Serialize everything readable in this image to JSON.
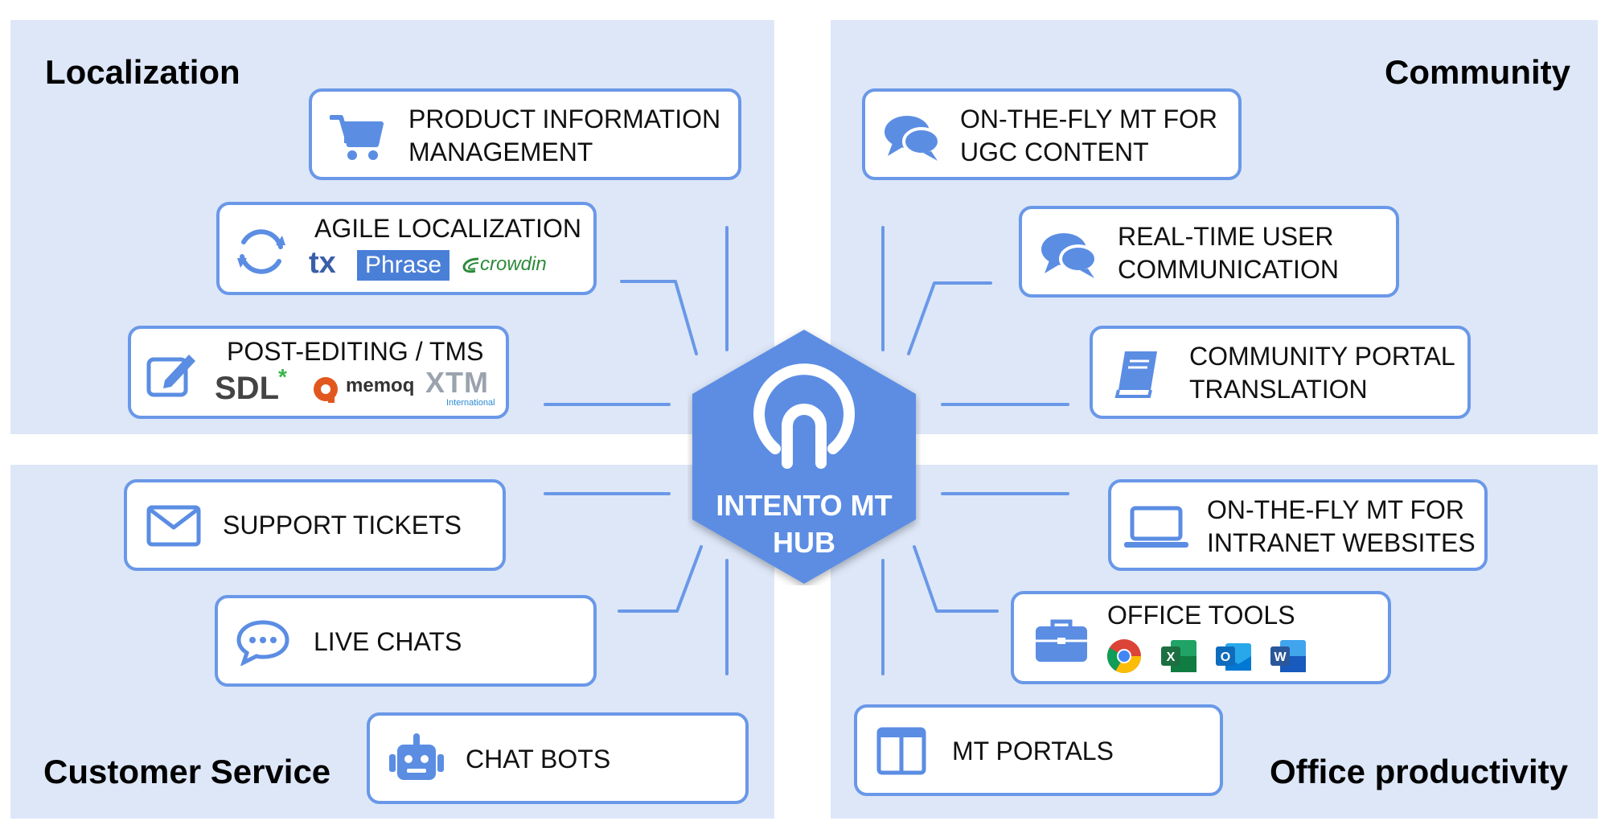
{
  "sections": {
    "localization": "Localization",
    "community": "Community",
    "customer_service": "Customer Service",
    "office_productivity": "Office productivity"
  },
  "hub": {
    "line1": "INTENTO MT",
    "line2": "HUB"
  },
  "cards": {
    "pim": {
      "line1": "PRODUCT INFORMATION",
      "line2": "MANAGEMENT",
      "icon": "shopping-cart-icon"
    },
    "agile": {
      "line1": "AGILE LOCALIZATION",
      "icon": "sync-icon",
      "logos": [
        "tx",
        "Phrase",
        "crowdin"
      ]
    },
    "post_editing": {
      "line1": "POST-EDITING / TMS",
      "icon": "edit-icon",
      "logos": [
        "SDL",
        "memoq",
        "XTM",
        "International"
      ]
    },
    "ugc": {
      "line1": "ON-THE-FLY MT FOR",
      "line2": "UGC CONTENT",
      "icon": "chat-bubbles-icon"
    },
    "realtime": {
      "line1": "REAL-TIME USER",
      "line2": "COMMUNICATION",
      "icon": "chat-bubbles-icon"
    },
    "portal": {
      "line1": "COMMUNITY PORTAL",
      "line2": "TRANSLATION",
      "icon": "book-icon"
    },
    "support": {
      "line1": "SUPPORT TICKETS",
      "icon": "envelope-icon"
    },
    "live_chats": {
      "line1": "LIVE CHATS",
      "icon": "speech-bubble-icon"
    },
    "chat_bots": {
      "line1": "CHAT BOTS",
      "icon": "robot-icon"
    },
    "intranet": {
      "line1": "ON-THE-FLY MT FOR",
      "line2": "INTRANET WEBSITES",
      "icon": "laptop-icon"
    },
    "office_tools": {
      "line1": "OFFICE TOOLS",
      "icon": "briefcase-icon",
      "apps": [
        "chrome",
        "excel",
        "outlook",
        "word"
      ],
      "app_letters": {
        "excel": "X",
        "outlook": "O",
        "word": "W"
      }
    },
    "mt_portals": {
      "line1": "MT PORTALS",
      "icon": "columns-icon"
    }
  },
  "colors": {
    "accent": "#6a98e8",
    "quadrant_bg": "#dde7f8",
    "hub_fill": "#5b8de3",
    "phrase_bg": "#4a7fd8",
    "crowdin_green": "#2d8a3a",
    "sdl_green": "#3ab54a",
    "memoq_orange": "#e2571e",
    "excel_green": "#1d6f42",
    "outlook_blue": "#0f6cbd",
    "word_blue": "#2b579a"
  }
}
